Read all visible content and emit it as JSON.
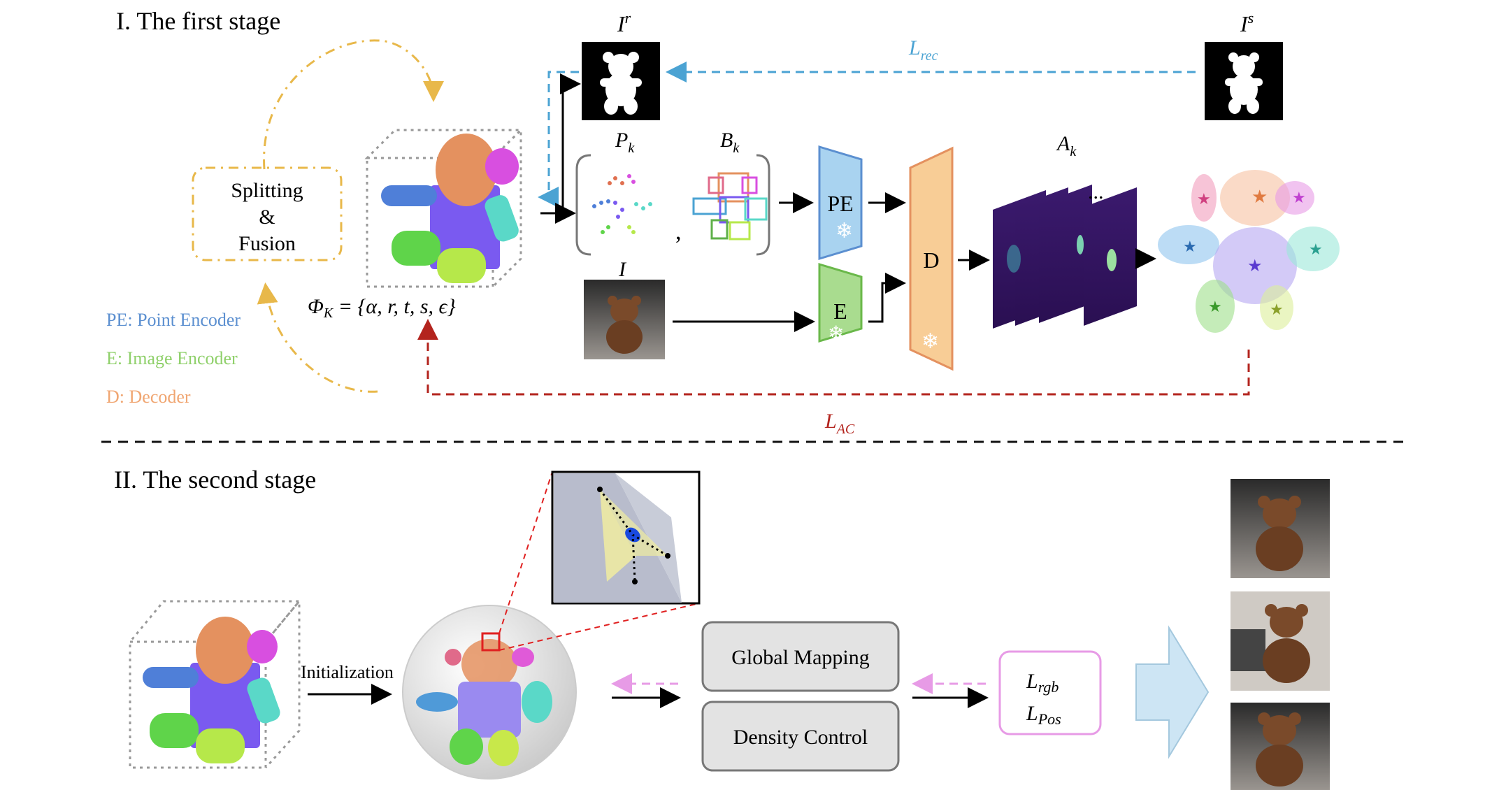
{
  "stage1": {
    "title": "I. The first stage",
    "splitting_box": [
      "Splitting",
      "&",
      "Fusion"
    ],
    "phi": "Φ",
    "phi_sub": "K",
    "phi_eq": " = {α",
    "phi_tail": ", r, t, s, ϵ}",
    "legend": [
      "PE: Point Encoder",
      "E: Image Encoder",
      "D: Decoder"
    ],
    "label_Ir": "I",
    "label_Ir_sup": "r",
    "label_Is": "I",
    "label_Is_sup": "s",
    "label_Lrec": "L",
    "label_Lrec_sub": "rec",
    "label_Pk": "P",
    "label_Pk_sub": "k",
    "label_Bk": "B",
    "label_Bk_sub": "k",
    "label_Ak": "A",
    "label_Ak_sub": "k",
    "label_I": "I",
    "label_LAC": "L",
    "label_LAC_sub": "AC",
    "pe": "PE",
    "e": "E",
    "d": "D",
    "ellipsis": "...",
    "comma": ","
  },
  "stage2": {
    "title": "II. The second stage",
    "init_label": "Initialization",
    "global_mapping": "Global Mapping",
    "density_control": "Density Control",
    "loss_rgb": "L",
    "loss_rgb_sub": "rgb",
    "loss_pos": "L",
    "loss_pos_sub": "Pos"
  },
  "colors": {
    "orange_dash": "#e8b84a",
    "blue_dash": "#4ba3d3",
    "red_dash": "#b3241e",
    "pink_dash": "#e79be6",
    "pe_fill": "#a9d3f0",
    "e_fill": "#a9dc8f",
    "d_fill": "#f8cd96",
    "legend_pe": "#5b8fd0",
    "legend_e": "#8fd06a",
    "legend_d": "#f0a672"
  }
}
